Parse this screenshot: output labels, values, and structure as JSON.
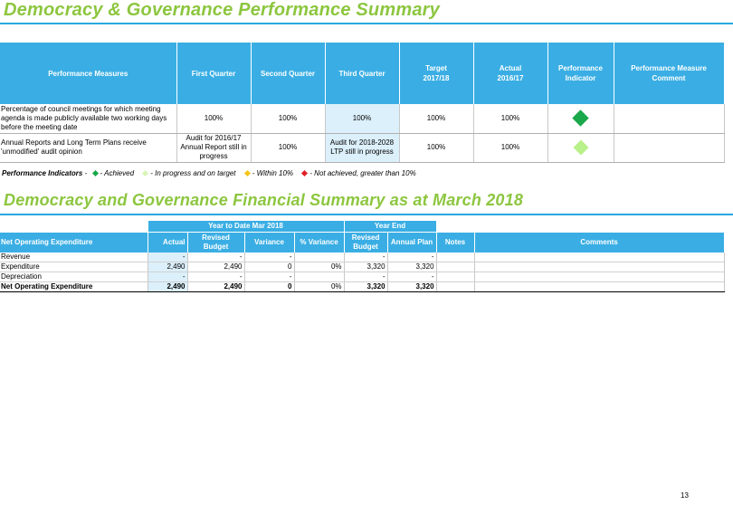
{
  "titles": {
    "performance": "Democracy & Governance Performance Summary",
    "financial": "Democracy and Governance Financial Summary as at March 2018"
  },
  "perf_table": {
    "headers": [
      "Performance Measures",
      "First Quarter",
      "Second Quarter",
      "Third Quarter",
      "Target\n2017/18",
      "Actual\n2016/17",
      "Performance\nIndicator",
      "Performance Measure\nComment"
    ],
    "rows": [
      {
        "measure": "Percentage of council meetings for which meeting agenda is made publicly available two working days before the meeting date",
        "q1": "100%",
        "q2": "100%",
        "q3": "100%",
        "target": "100%",
        "actual": "100%",
        "indicator": "Achieved",
        "comment": ""
      },
      {
        "measure": "Annual Reports and Long Term Plans receive 'unmodified' audit opinion",
        "q1": "Audit for 2016/17 Annual Report still in progress",
        "q2": "100%",
        "q3": "Audit for 2018-2028 LTP still in progress",
        "target": "100%",
        "actual": "100%",
        "indicator": "In progress and on target",
        "comment": ""
      }
    ]
  },
  "legend": {
    "label": "Performance Indicators",
    "items": [
      {
        "text": "- Achieved",
        "color": "#1aa84a"
      },
      {
        "text": "- In progress and on target",
        "color": "#b9f08a"
      },
      {
        "text": "- Within 10%",
        "color": "#f5c518"
      },
      {
        "text": "- Not achieved, greater than 10%",
        "color": "#e0202a"
      }
    ]
  },
  "colors": {
    "achieved": "#1aa84a",
    "in_progress": "#b9f08a",
    "title_green": "#8cc63f",
    "header_blue": "#3aaee4"
  },
  "fin_table": {
    "group_headers": {
      "ytd": "Year to Date Mar 2018",
      "year_end": "Year End"
    },
    "headers": [
      "Net Operating Expenditure",
      "Actual",
      "Revised Budget",
      "Variance",
      "% Variance",
      "Revised Budget",
      "Annual Plan",
      "Notes",
      "Comments"
    ],
    "rows": [
      {
        "label": "Revenue",
        "actual": "-",
        "budget": "-",
        "variance": "-",
        "pct": "",
        "ye_budget": "-",
        "plan": "-"
      },
      {
        "label": "Expenditure",
        "actual": "2,490",
        "budget": "2,490",
        "variance": "0",
        "pct": "0%",
        "ye_budget": "3,320",
        "plan": "3,320"
      },
      {
        "label": "Depreciation",
        "actual": "-",
        "budget": "-",
        "variance": "-",
        "pct": "",
        "ye_budget": "-",
        "plan": "-"
      },
      {
        "label": "Net Operating Expenditure",
        "actual": "2,490",
        "budget": "2,490",
        "variance": "0",
        "pct": "0%",
        "ye_budget": "3,320",
        "plan": "3,320"
      }
    ]
  },
  "page_number": "13"
}
